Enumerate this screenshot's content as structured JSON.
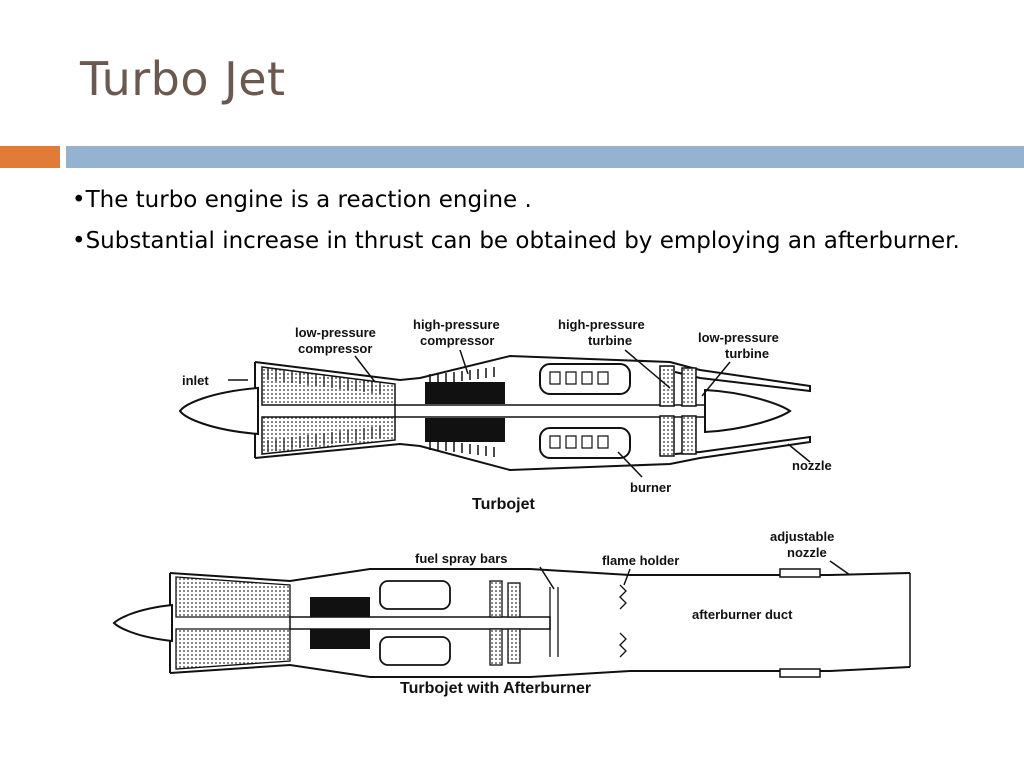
{
  "slide": {
    "title": "Turbo Jet",
    "colors": {
      "accent_orange": "#e07b39",
      "accent_blue": "#94b3d0",
      "title": "#6b584f"
    },
    "bullets": [
      "•The turbo engine is a reaction engine .",
      "•Substantial increase in thrust  can be obtained by employing an afterburner."
    ]
  },
  "diagram": {
    "turbojet": {
      "caption": "Turbojet",
      "labels": {
        "low_pressure_compressor": [
          "low-pressure",
          "compressor"
        ],
        "high_pressure_compressor": [
          "high-pressure",
          "compressor"
        ],
        "high_pressure_turbine": [
          "high-pressure",
          "turbine"
        ],
        "low_pressure_turbine": [
          "low-pressure",
          "turbine"
        ],
        "inlet": "inlet",
        "burner": "burner",
        "nozzle": "nozzle"
      }
    },
    "afterburner": {
      "caption": "Turbojet with Afterburner",
      "labels": {
        "fuel_spray_bars": "fuel spray bars",
        "flame_holder": "flame holder",
        "adjustable_nozzle": [
          "adjustable",
          "nozzle"
        ],
        "afterburner_duct": "afterburner duct"
      }
    }
  }
}
